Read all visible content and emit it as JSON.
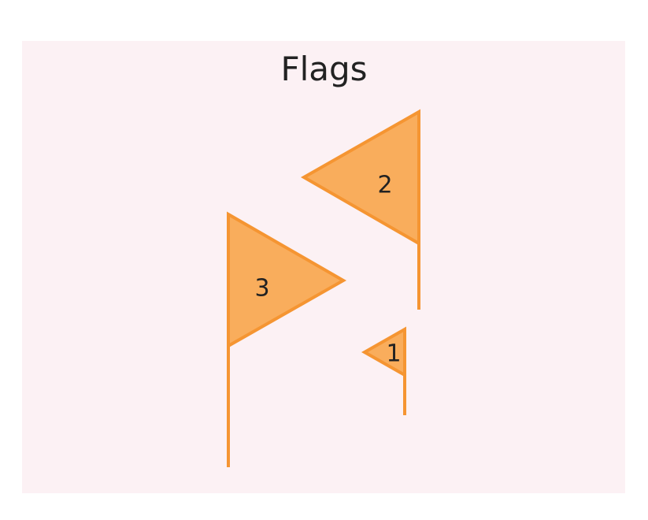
{
  "title": "Flags",
  "colors": {
    "background": "#fcf1f4",
    "flag_fill": "#f9ad5c",
    "flag_stroke": "#f59532",
    "text": "#222222"
  },
  "flags": [
    {
      "label": "1",
      "direction": "left"
    },
    {
      "label": "2",
      "direction": "left"
    },
    {
      "label": "3",
      "direction": "right"
    }
  ]
}
